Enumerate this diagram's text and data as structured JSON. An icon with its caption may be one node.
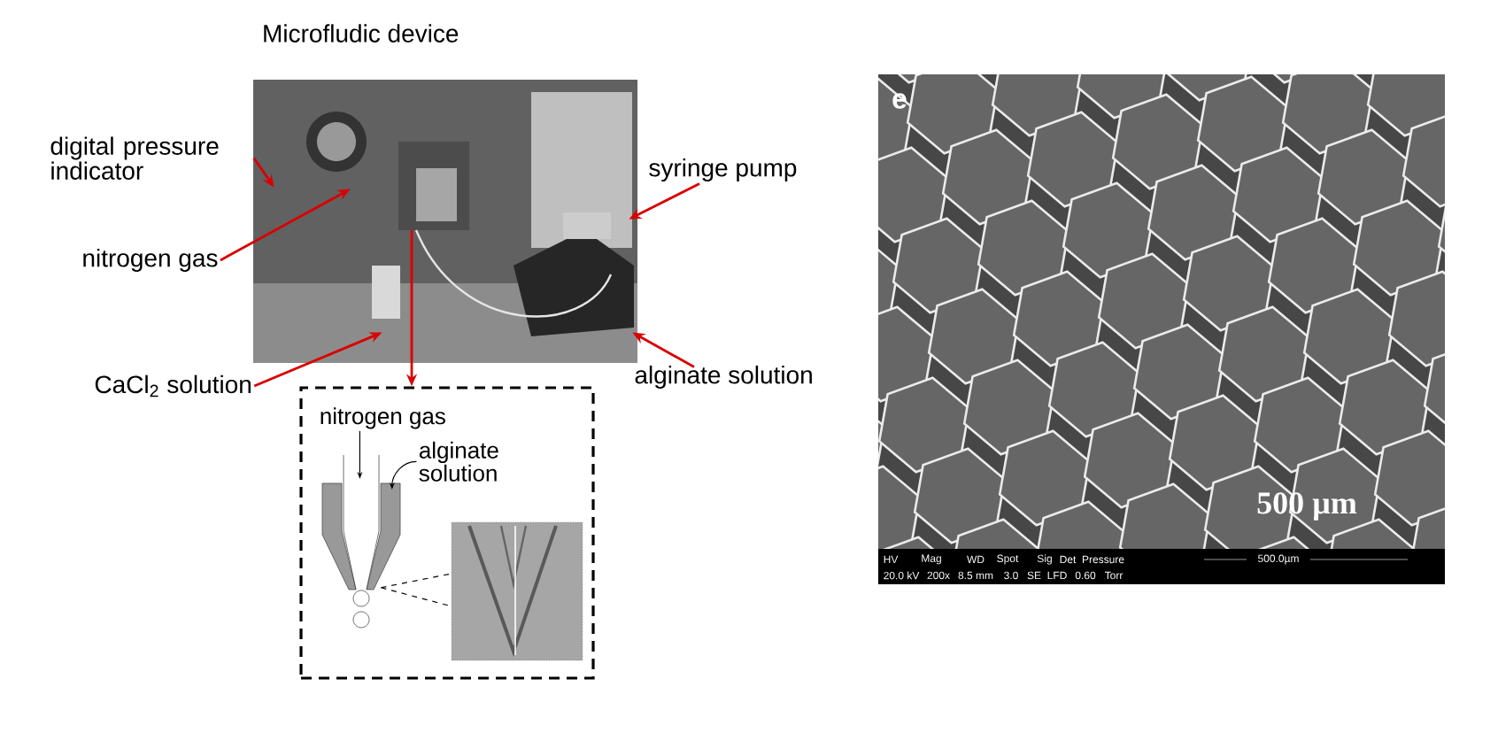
{
  "diagram": {
    "nodes": [
      {
        "text": [
          "Microfludic device"
        ]
      },
      {
        "text": [
          "digital pressure indicator"
        ]
      },
      {
        "text": [
          "nitrogen gas"
        ]
      },
      {
        "text": [
          "CaCl$_{2}$ solution"
        ]
      },
      {
        "text": [
          "syringe pump"
        ]
      },
      {
        "text": [
          "alginate solution"
        ]
      },
      {
        "text": [],
        "shape": "box"
      },
      {
        "text": [
          "nitrogen gas"
        ],
        "in": 6
      },
      {
        "text": [
          "alginate solution"
        ],
        "in": 6
      },
      {
        "text": [],
        "shape": "picture",
        "in": 6
      },
      {
        "text": [],
        "shape": "picture",
        "in": 6
      },
      {
        "text": [],
        "shape": "picture"
      }
    ],
    "edges": [
      {
        "from": 1,
        "to": 0,
        "arrow": "to"
      },
      {
        "from": 2,
        "to": 0,
        "arrow": "to"
      },
      {
        "from": 3,
        "to": 0,
        "arrow": "to"
      },
      {
        "from": 4,
        "to": 0,
        "arrow": "to"
      },
      {
        "from": 5,
        "to": 0,
        "arrow": "to"
      },
      {
        "from": 0,
        "to": 6,
        "arrow": "to"
      },
      {
        "from": 7,
        "to": 9,
        "arrow": "to",
        "color": "#000000"
      },
      {
        "from": 8,
        "to": 9,
        "arrow": "to",
        "color": "#000000"
      },
      {
        "from": 9,
        "to": 10,
        "arrow": "none",
        "style": "dashed",
        "color": "#000000"
      },
      {
        "from": 9,
        "to": 10,
        "arrow": "none",
        "style": "dashed",
        "color": "#000000"
      }
    ],
    "labels": [
      "e",
      "500 µm",
      "HV",
      "Mag",
      "WD",
      "Spot",
      "Sig",
      "Det",
      "Pressure",
      "500.0µm",
      "20.0 kV",
      "200x",
      "8.5 mm",
      "3.0",
      "SE",
      "LFD",
      "0.60",
      "Torr"
    ]
  }
}
